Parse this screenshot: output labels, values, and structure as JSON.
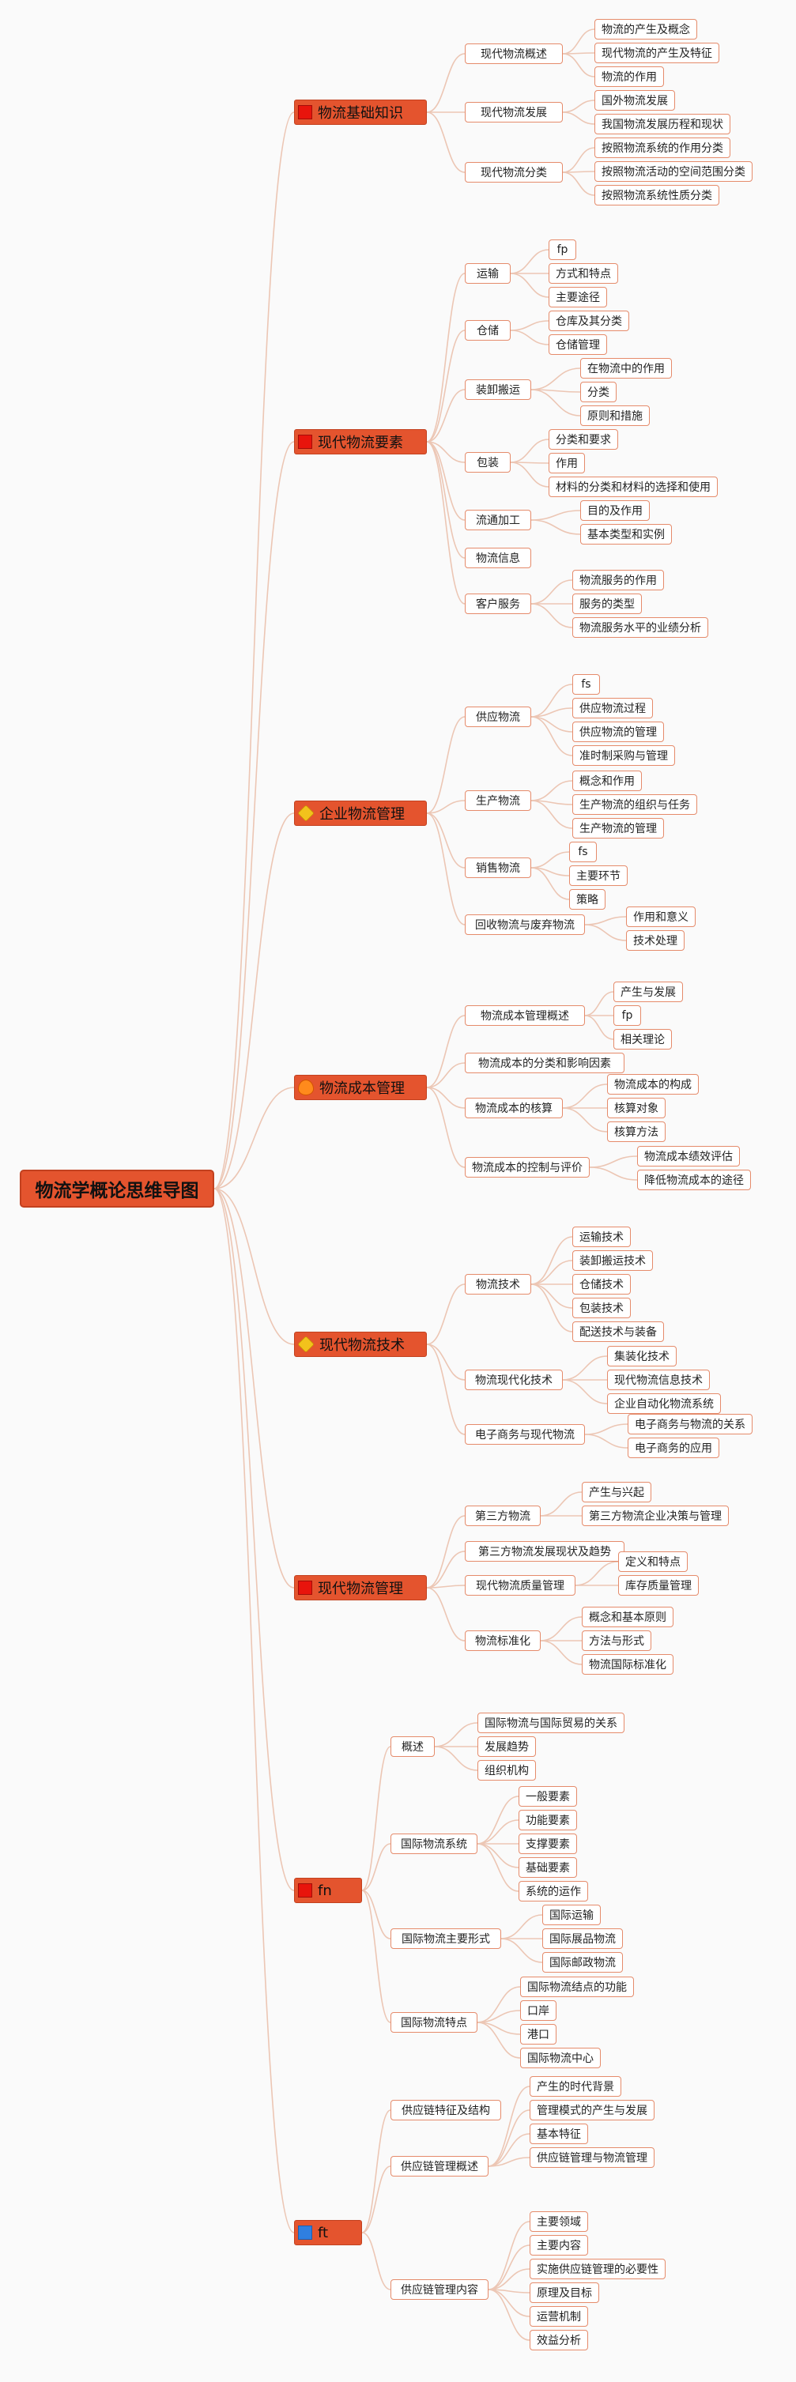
{
  "mindmap": {
    "root": {
      "label": "物流学概论思维导图",
      "branches": [
        {
          "label": "物流基础知识",
          "icon": "flag-icon",
          "children": [
            {
              "label": "现代物流概述",
              "children": [
                "物流的产生及概念",
                "现代物流的产生及特征",
                "物流的作用"
              ]
            },
            {
              "label": "现代物流发展",
              "children": [
                "国外物流发展",
                "我国物流发展历程和现状"
              ]
            },
            {
              "label": "现代物流分类",
              "children": [
                "按照物流系统的作用分类",
                "按照物流活动的空间范围分类",
                "按照物流系统性质分类"
              ]
            }
          ]
        },
        {
          "label": "现代物流要素",
          "icon": "flag-icon",
          "children": [
            {
              "label": "运输",
              "children": [
                "fp",
                "方式和特点",
                "主要途径"
              ]
            },
            {
              "label": "仓储",
              "children": [
                "仓库及其分类",
                "仓储管理"
              ]
            },
            {
              "label": "装卸搬运",
              "children": [
                "在物流中的作用",
                "分类",
                "原则和措施"
              ]
            },
            {
              "label": "包装",
              "children": [
                "分类和要求",
                "作用",
                "材料的分类和材料的选择和使用"
              ]
            },
            {
              "label": "流通加工",
              "children": [
                "目的及作用",
                "基本类型和实例"
              ]
            },
            {
              "label": "物流信息",
              "children": []
            },
            {
              "label": "客户服务",
              "children": [
                "物流服务的作用",
                "服务的类型",
                "物流服务水平的业绩分析"
              ]
            }
          ]
        },
        {
          "label": "企业物流管理",
          "icon": "gem-icon",
          "children": [
            {
              "label": "供应物流",
              "children": [
                "fs",
                "供应物流过程",
                "供应物流的管理",
                "准时制采购与管理"
              ]
            },
            {
              "label": "生产物流",
              "children": [
                "概念和作用",
                "生产物流的组织与任务",
                "生产物流的管理"
              ]
            },
            {
              "label": "销售物流",
              "children": [
                "fs",
                "主要环节",
                "策略"
              ]
            },
            {
              "label": "回收物流与废弃物流",
              "children": [
                "作用和意义",
                "技术处理"
              ]
            }
          ]
        },
        {
          "label": "物流成本管理",
          "icon": "fire-icon",
          "children": [
            {
              "label": "物流成本管理概述",
              "children": [
                "产生与发展",
                "fp",
                "相关理论"
              ]
            },
            {
              "label": "物流成本的分类和影响因素",
              "children": []
            },
            {
              "label": "物流成本的核算",
              "children": [
                "物流成本的构成",
                "核算对象",
                "核算方法"
              ]
            },
            {
              "label": "物流成本的控制与评价",
              "children": [
                "物流成本绩效评估",
                "降低物流成本的途径"
              ]
            }
          ]
        },
        {
          "label": "现代物流技术",
          "icon": "gem-icon",
          "children": [
            {
              "label": "物流技术",
              "children": [
                "运输技术",
                "装卸搬运技术",
                "仓储技术",
                "包装技术",
                "配送技术与装备"
              ]
            },
            {
              "label": "物流现代化技术",
              "children": [
                "集装化技术",
                "现代物流信息技术",
                "企业自动化物流系统"
              ]
            },
            {
              "label": "电子商务与现代物流",
              "children": [
                "电子商务与物流的关系",
                "电子商务的应用"
              ]
            }
          ]
        },
        {
          "label": "现代物流管理",
          "icon": "flag-icon",
          "children": [
            {
              "label": "第三方物流",
              "children": [
                "产生与兴起",
                "第三方物流企业决策与管理"
              ]
            },
            {
              "label": "第三方物流发展现状及趋势",
              "children": []
            },
            {
              "label": "现代物流质量管理",
              "children": [
                "定义和特点",
                "库存质量管理"
              ]
            },
            {
              "label": "物流标准化",
              "children": [
                "概念和基本原则",
                "方法与形式",
                "物流国际标准化"
              ]
            }
          ]
        },
        {
          "label": "fn",
          "icon": "flag-icon",
          "children": [
            {
              "label": "概述",
              "children": [
                "国际物流与国际贸易的关系",
                "发展趋势",
                "组织机构"
              ]
            },
            {
              "label": "国际物流系统",
              "children": [
                "一般要素",
                "功能要素",
                "支撑要素",
                "基础要素",
                "系统的运作"
              ]
            },
            {
              "label": "国际物流主要形式",
              "children": [
                "国际运输",
                "国际展品物流",
                "国际邮政物流"
              ]
            },
            {
              "label": "国际物流特点",
              "children": [
                "国际物流结点的功能",
                "口岸",
                "港口",
                "国际物流中心"
              ]
            }
          ]
        },
        {
          "label": "ft",
          "icon": "flag-blue-icon",
          "children": [
            {
              "label": "供应链特征及结构",
              "children": []
            },
            {
              "label": "供应链管理概述",
              "children": [
                "产生的时代背景",
                "管理模式的产生与发展",
                "基本特征",
                "供应链管理与物流管理"
              ]
            },
            {
              "label": "供应链管理内容",
              "children": [
                "主要领域",
                "主要内容",
                "实施供应链管理的必要性",
                "原理及目标",
                "运营机制",
                "效益分析"
              ]
            }
          ]
        }
      ]
    }
  },
  "colors": {
    "branch_fill": "#e4542e",
    "node_border": "#e58b6b",
    "link": "#ecc6b4",
    "background": "#fafafa"
  }
}
